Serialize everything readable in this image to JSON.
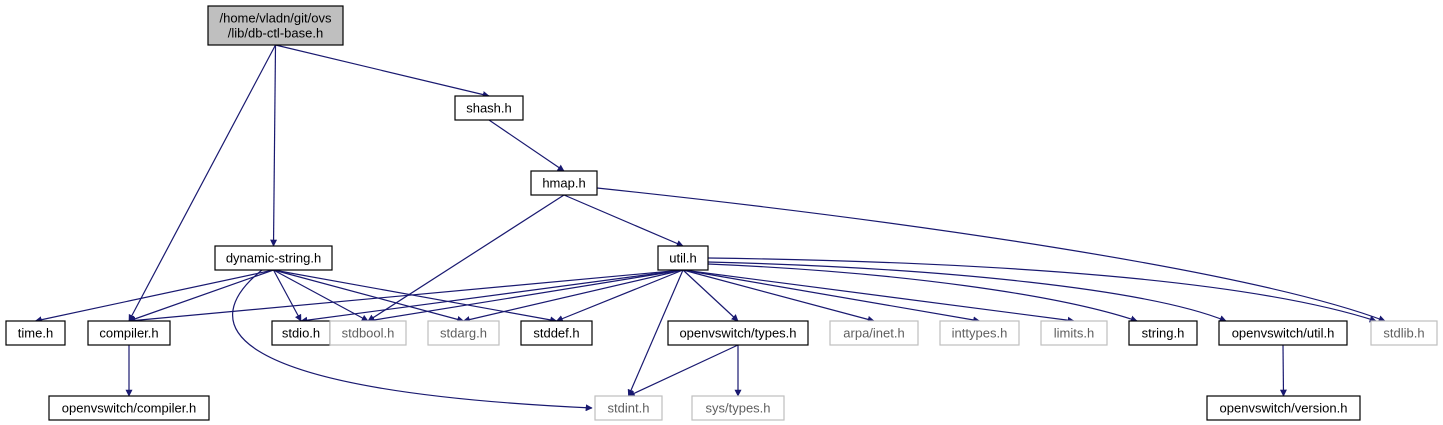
{
  "colors": {
    "edge": "#191970",
    "root_fill": "#bfbfbf",
    "border_dark": "#000000",
    "border_light": "#bfbfbf",
    "text_dark": "#000000",
    "text_light": "#5f5f5f"
  },
  "nodes": [
    {
      "id": "root",
      "lines": [
        "/home/vladn/git/ovs",
        "/lib/db-ctl-base.h"
      ],
      "style": "root"
    },
    {
      "id": "shash",
      "lines": [
        "shash.h"
      ],
      "style": "normal"
    },
    {
      "id": "hmap",
      "lines": [
        "hmap.h"
      ],
      "style": "normal"
    },
    {
      "id": "dynstr",
      "lines": [
        "dynamic-string.h"
      ],
      "style": "normal"
    },
    {
      "id": "util",
      "lines": [
        "util.h"
      ],
      "style": "normal"
    },
    {
      "id": "time",
      "lines": [
        "time.h"
      ],
      "style": "normal"
    },
    {
      "id": "compiler",
      "lines": [
        "compiler.h"
      ],
      "style": "normal"
    },
    {
      "id": "stdio",
      "lines": [
        "stdio.h"
      ],
      "style": "normal"
    },
    {
      "id": "stdbool",
      "lines": [
        "stdbool.h"
      ],
      "style": "system"
    },
    {
      "id": "stdarg",
      "lines": [
        "stdarg.h"
      ],
      "style": "system"
    },
    {
      "id": "stddef",
      "lines": [
        "stddef.h"
      ],
      "style": "normal"
    },
    {
      "id": "ovstypes",
      "lines": [
        "openvswitch/types.h"
      ],
      "style": "normal"
    },
    {
      "id": "arpainet",
      "lines": [
        "arpa/inet.h"
      ],
      "style": "system"
    },
    {
      "id": "inttypes",
      "lines": [
        "inttypes.h"
      ],
      "style": "system"
    },
    {
      "id": "limits",
      "lines": [
        "limits.h"
      ],
      "style": "system"
    },
    {
      "id": "string",
      "lines": [
        "string.h"
      ],
      "style": "normal"
    },
    {
      "id": "ovsutil",
      "lines": [
        "openvswitch/util.h"
      ],
      "style": "normal"
    },
    {
      "id": "stdlib",
      "lines": [
        "stdlib.h"
      ],
      "style": "system"
    },
    {
      "id": "ovscompiler",
      "lines": [
        "openvswitch/compiler.h"
      ],
      "style": "normal"
    },
    {
      "id": "stdint",
      "lines": [
        "stdint.h"
      ],
      "style": "system"
    },
    {
      "id": "systypes",
      "lines": [
        "sys/types.h"
      ],
      "style": "system"
    },
    {
      "id": "ovsversion",
      "lines": [
        "openvswitch/version.h"
      ],
      "style": "normal"
    }
  ],
  "edges": [
    [
      "root",
      "shash"
    ],
    [
      "root",
      "dynstr"
    ],
    [
      "root",
      "compiler"
    ],
    [
      "shash",
      "hmap"
    ],
    [
      "hmap",
      "util"
    ],
    [
      "hmap",
      "stdbool"
    ],
    [
      "hmap",
      "stdlib"
    ],
    [
      "dynstr",
      "time"
    ],
    [
      "dynstr",
      "compiler"
    ],
    [
      "dynstr",
      "stdio"
    ],
    [
      "dynstr",
      "stdbool"
    ],
    [
      "dynstr",
      "stdarg"
    ],
    [
      "dynstr",
      "stddef"
    ],
    [
      "dynstr",
      "stdint"
    ],
    [
      "util",
      "compiler"
    ],
    [
      "util",
      "stdio"
    ],
    [
      "util",
      "stdbool"
    ],
    [
      "util",
      "stdarg"
    ],
    [
      "util",
      "stddef"
    ],
    [
      "util",
      "stdint"
    ],
    [
      "util",
      "ovstypes"
    ],
    [
      "util",
      "arpainet"
    ],
    [
      "util",
      "inttypes"
    ],
    [
      "util",
      "limits"
    ],
    [
      "util",
      "string"
    ],
    [
      "util",
      "ovsutil"
    ],
    [
      "util",
      "stdlib"
    ],
    [
      "compiler",
      "ovscompiler"
    ],
    [
      "ovstypes",
      "stdint"
    ],
    [
      "ovstypes",
      "systypes"
    ],
    [
      "ovsutil",
      "ovsversion"
    ]
  ]
}
